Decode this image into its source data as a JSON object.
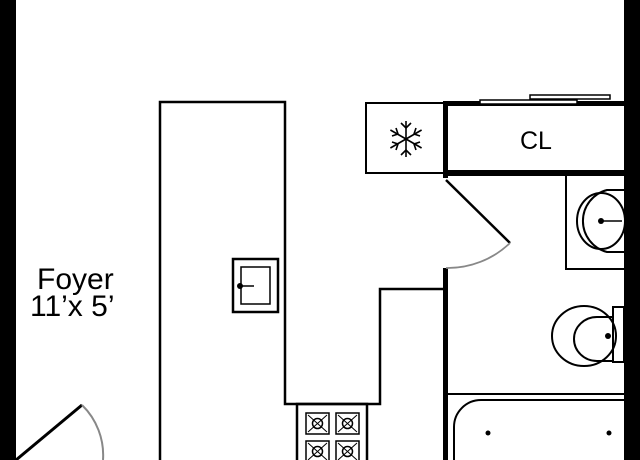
{
  "rooms": {
    "foyer": {
      "name": "Foyer",
      "dimensions": "11’x 5’"
    },
    "closet": {
      "label": "CL"
    }
  },
  "icons": {
    "freezer": "snowflake-icon",
    "kitchen_sink": "sink-icon",
    "stove": "stove-burners-icon",
    "bathroom_sink": "sink-icon",
    "toilet": "toilet-icon",
    "bathtub": "bathtub-icon"
  },
  "colors": {
    "line": "#000000",
    "door_arc": "#888888",
    "background": "#ffffff"
  }
}
